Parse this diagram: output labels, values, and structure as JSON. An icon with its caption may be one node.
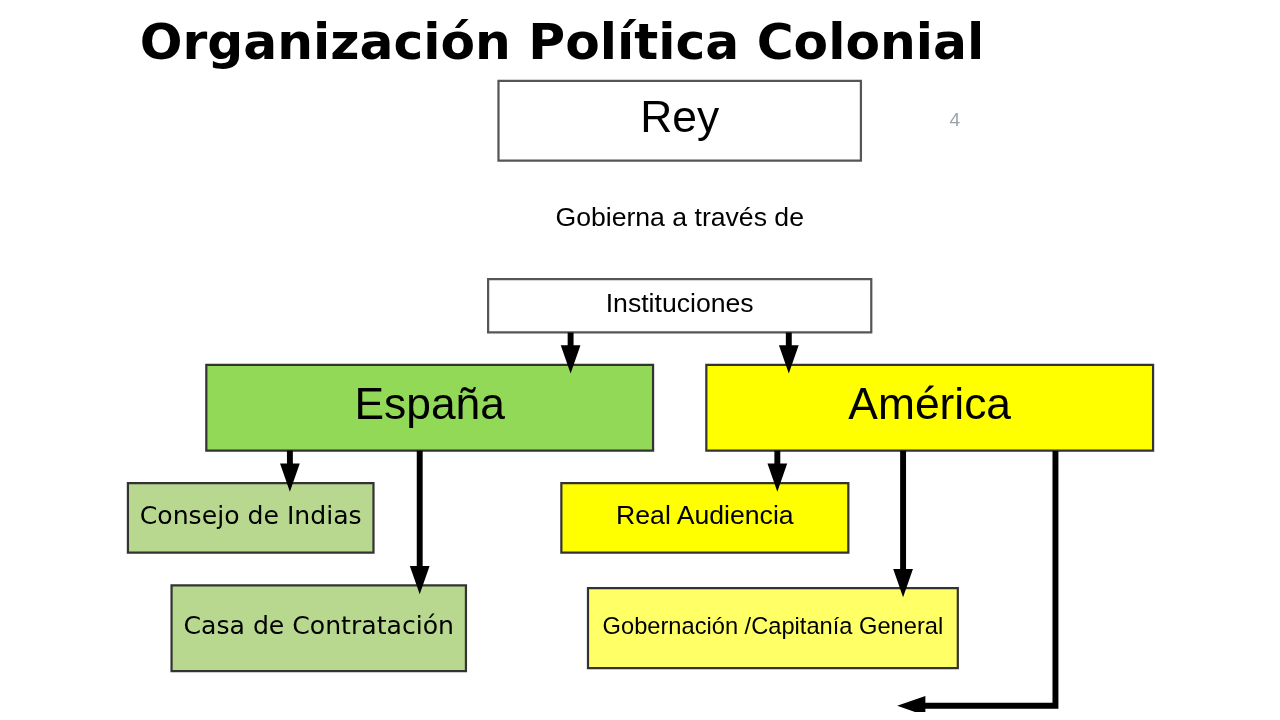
{
  "diagram": {
    "title": "Organización Política Colonial",
    "nodes": [
      {
        "text": [
          "Rey"
        ]
      },
      {
        "text": [
          "Instituciones"
        ]
      },
      {
        "text": [
          "España"
        ]
      },
      {
        "text": [
          "América"
        ]
      },
      {
        "text": [
          "Consejo de Indias"
        ]
      },
      {
        "text": [
          "Casa de Contratación"
        ]
      },
      {
        "text": [
          "Real Audiencia"
        ]
      },
      {
        "text": [
          "Gobernación /Capitanía General"
        ]
      }
    ],
    "edges": [
      {
        "from": 1,
        "to": 2,
        "arrow": "to"
      },
      {
        "from": 1,
        "to": 3,
        "arrow": "to"
      },
      {
        "from": 2,
        "to": 4,
        "arrow": "to"
      },
      {
        "from": 2,
        "to": 5,
        "arrow": "to"
      },
      {
        "from": 3,
        "to": 6,
        "arrow": "to"
      },
      {
        "from": 3,
        "to": 7,
        "arrow": "to"
      },
      {
        "from": 3,
        "to": null,
        "arrow": "to"
      }
    ],
    "labels": [
      "Gobierna a través de",
      "4"
    ]
  }
}
